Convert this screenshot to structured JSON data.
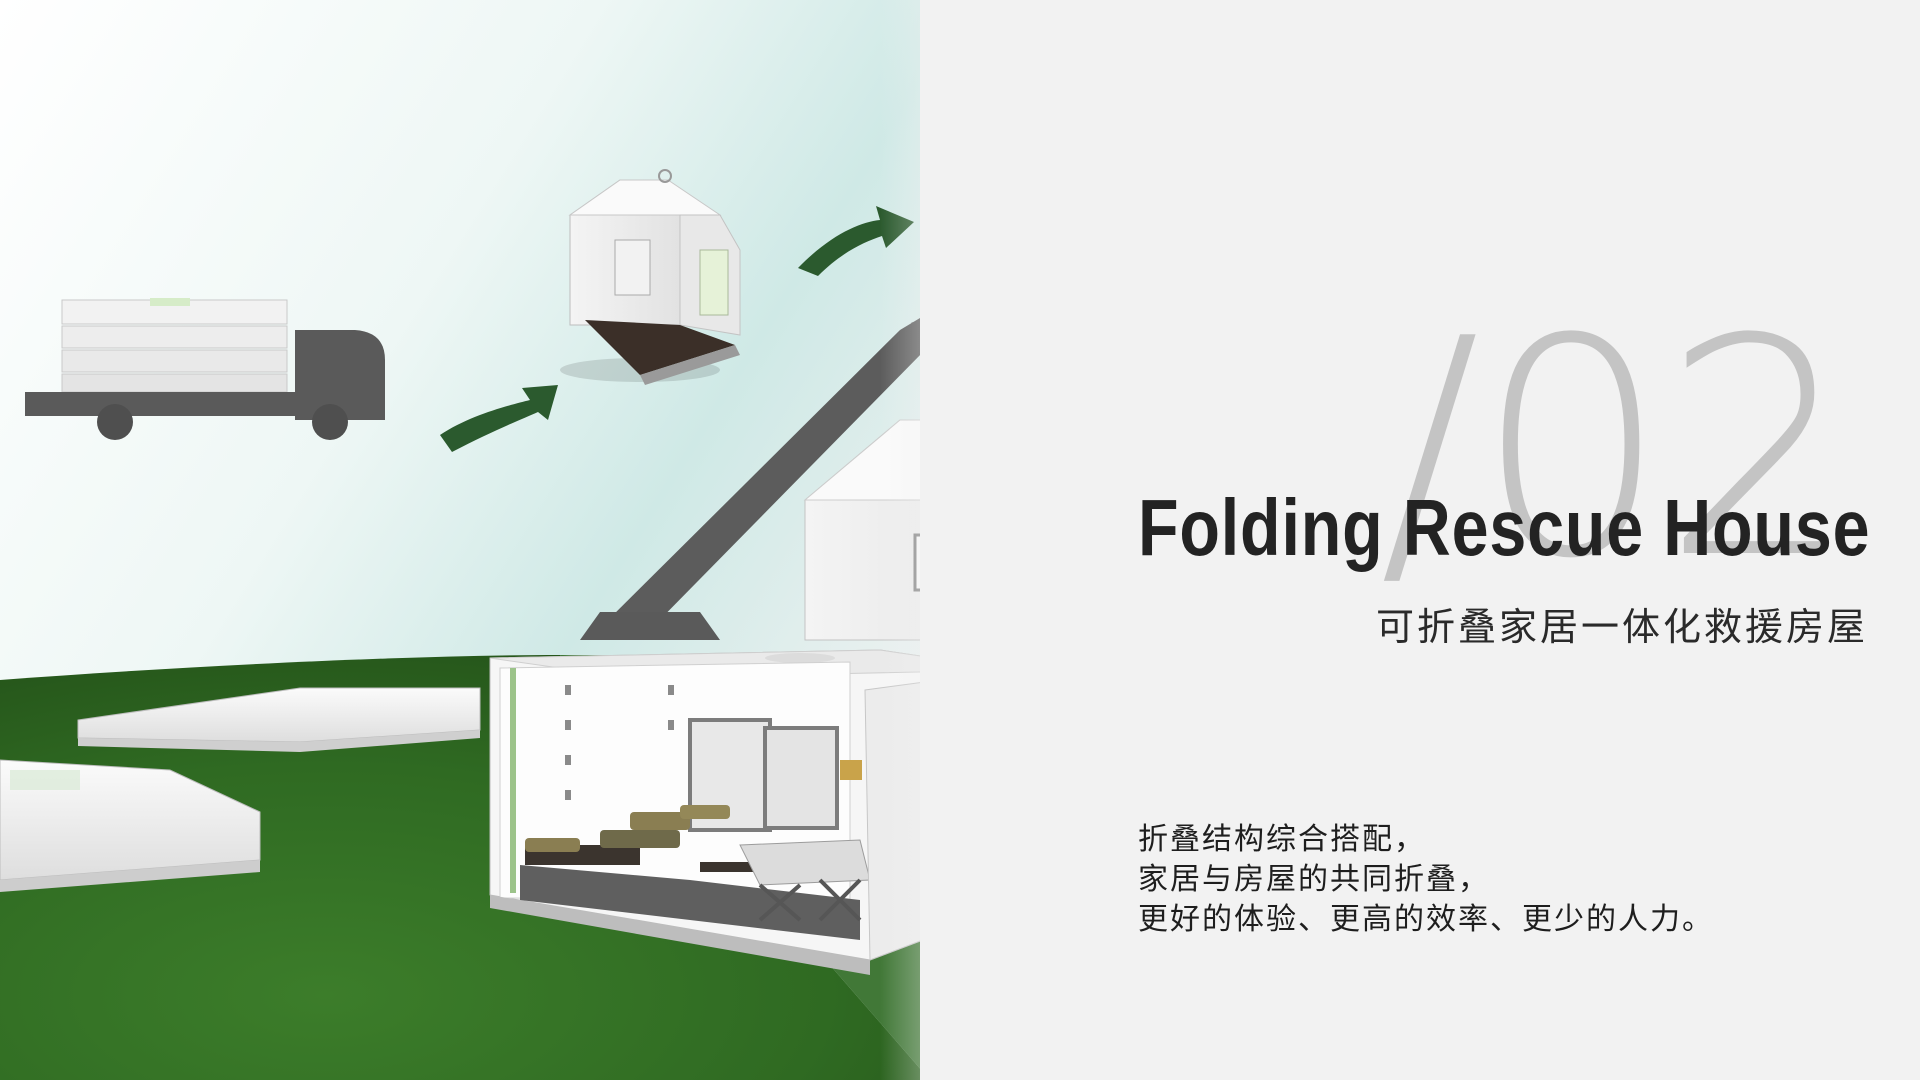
{
  "slide": {
    "number": "/02",
    "title": "Folding Rescue House",
    "subtitle": "可折叠家居一体化救援房屋",
    "description": [
      "折叠结构综合搭配，",
      "家居与房屋的共同折叠，",
      "更好的体验、更高的效率、更少的人力。"
    ]
  },
  "colors": {
    "arrow": "#2b5a2e",
    "grass": "#2f6a22",
    "machinery": "#595959",
    "title": "#232323",
    "number": "#c4c4c4"
  },
  "icons": [
    "truck-icon",
    "arrow-icon",
    "crane-icon"
  ]
}
